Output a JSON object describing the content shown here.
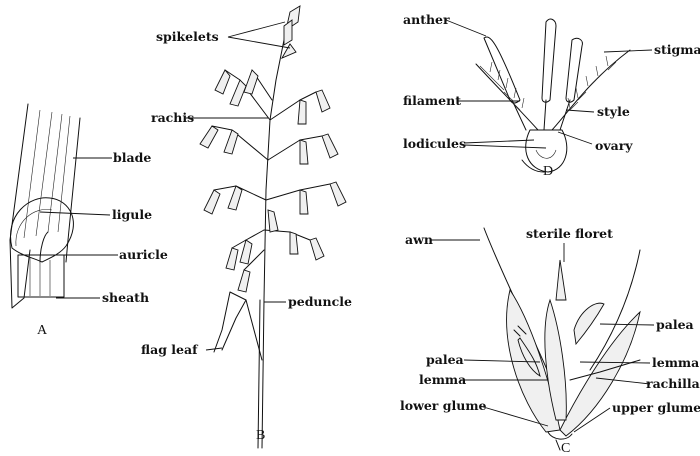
{
  "panels": {
    "A": {
      "letter": "A",
      "labels": {
        "blade": "blade",
        "ligule": "ligule",
        "auricle": "auricle",
        "sheath": "sheath"
      }
    },
    "B": {
      "letter": "B",
      "labels": {
        "spikelets": "spikelets",
        "rachis": "rachis",
        "peduncle": "peduncle",
        "flag_leaf": "flag leaf"
      }
    },
    "C": {
      "letter": "C",
      "labels": {
        "awn": "awn",
        "sterile_floret": "sterile floret",
        "palea_right": "palea",
        "palea_left": "palea",
        "lemma_right": "lemma",
        "lemma_left": "lemma",
        "rachilla": "rachilla",
        "lower_glume": "lower glume",
        "upper_glume": "upper glume"
      }
    },
    "D": {
      "letter": "D",
      "labels": {
        "anther": "anther",
        "stigma": "stigma",
        "filament": "filament",
        "style": "style",
        "lodicules": "lodicules",
        "ovary": "ovary"
      }
    }
  }
}
